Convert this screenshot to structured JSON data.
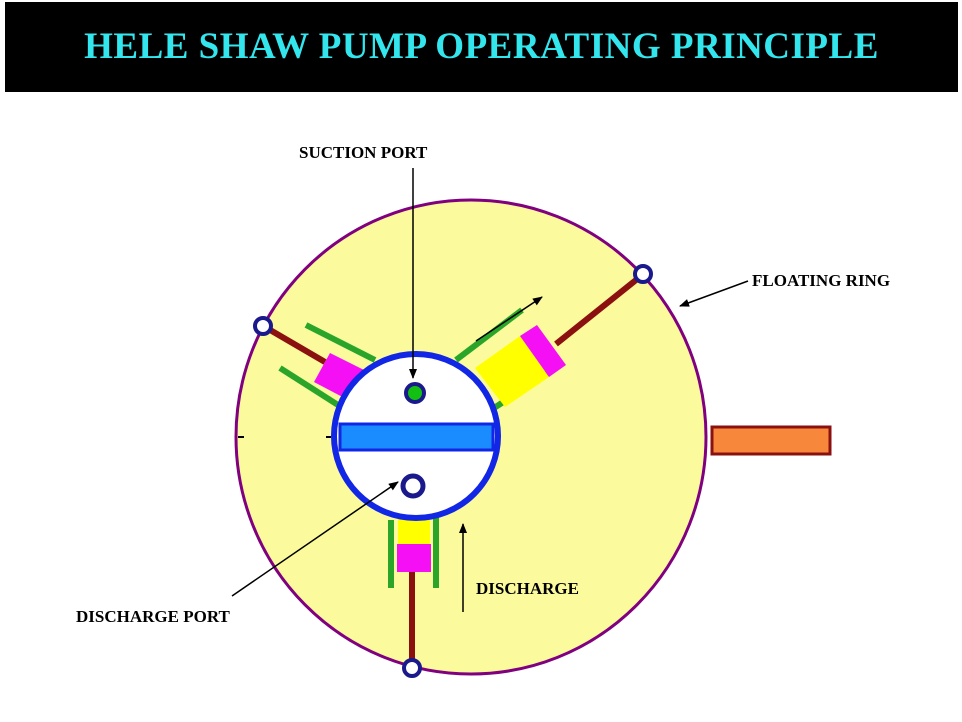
{
  "title": "HELE SHAW PUMP OPERATING PRINCIPLE",
  "labels": {
    "suction_port": "SUCTION PORT",
    "floating_ring": "FLOATING RING",
    "discharge_port": "DISCHARGE PORT",
    "discharge": "DISCHARGE"
  },
  "colors": {
    "title_bar": "#000000",
    "title_text": "#33e6ee",
    "ring_fill": "#fbfa9c",
    "ring_outline": "#800080",
    "hub_outline": "#1226e6",
    "hub_slot": "#1a8cff",
    "cylinder_wall": "#2aa52a",
    "piston": "#f40ff4",
    "cylinder_fill": "#ffff00",
    "rod": "#8b1010",
    "pivot": "#1a1a8c",
    "suction_dot": "#11c011",
    "handle": "#f7873a"
  }
}
